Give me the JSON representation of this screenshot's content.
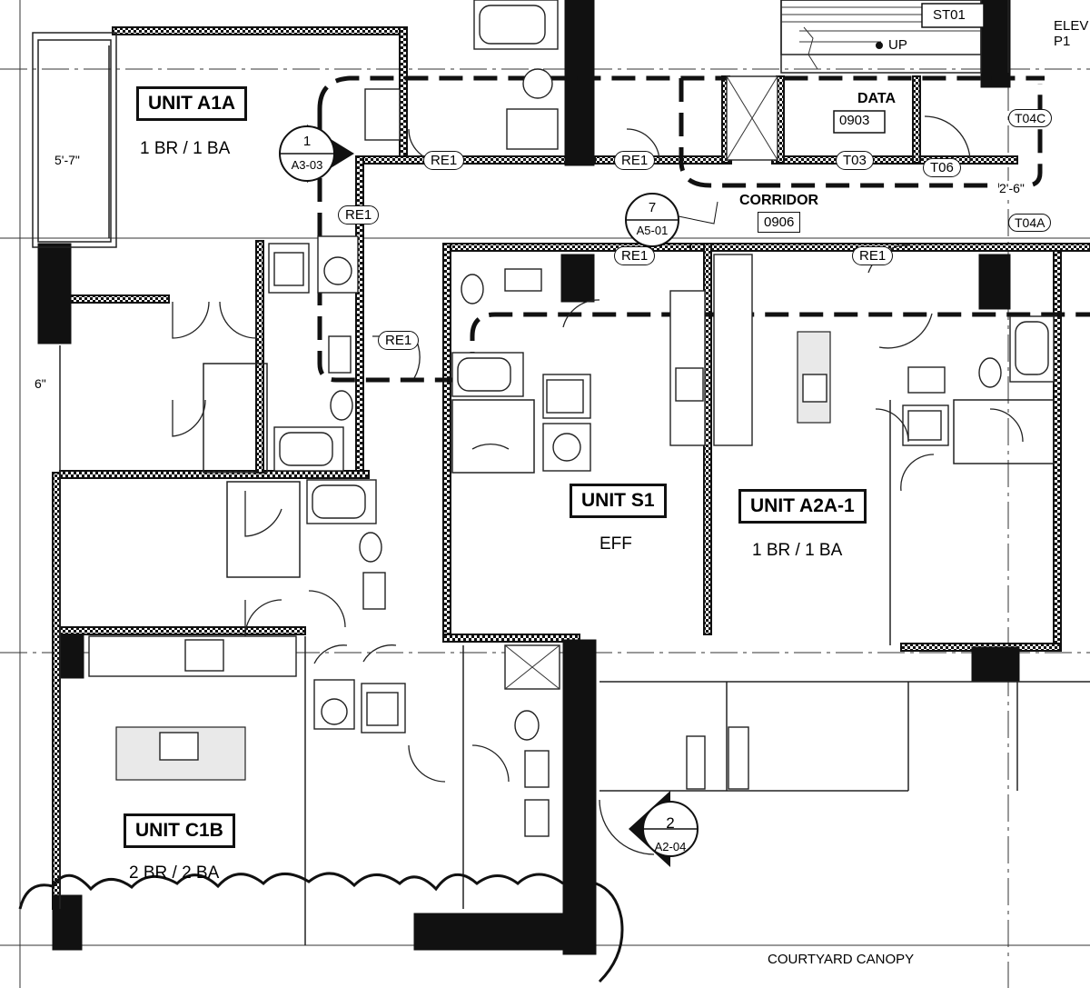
{
  "units": {
    "a1a": {
      "name": "UNIT A1A",
      "type": "1 BR / 1 BA"
    },
    "s1": {
      "name": "UNIT S1",
      "type": "EFF"
    },
    "a2a1": {
      "name": "UNIT A2A-1",
      "type": "1 BR / 1 BA"
    },
    "c1b": {
      "name": "UNIT C1B",
      "type": "2 BR / 2 BA"
    }
  },
  "rooms": {
    "corridor": {
      "name": "CORRIDOR",
      "number": "0906"
    },
    "data": {
      "name": "DATA",
      "number": "0903"
    },
    "stair": {
      "tag": "ST01"
    },
    "elevator": {
      "line1": "ELEV",
      "line2": "P1"
    },
    "up": "UP",
    "canopy": "COURTYARD CANOPY"
  },
  "section_marks": {
    "s1": {
      "num": "1",
      "sheet": "A3-03"
    },
    "s2": {
      "num": "2",
      "sheet": "A2-04"
    },
    "detail7": {
      "num": "7",
      "sheet": "A5-01"
    }
  },
  "tags": {
    "re1": "RE1",
    "t03": "T03",
    "t06": "T06",
    "t04c": "T04C",
    "t04a": "T04A"
  },
  "dimensions": {
    "d1": "5'-7\"",
    "d2": "6\"",
    "d3": "2'-6\""
  },
  "colors": {
    "ink": "#111111",
    "paper": "#ffffff"
  }
}
